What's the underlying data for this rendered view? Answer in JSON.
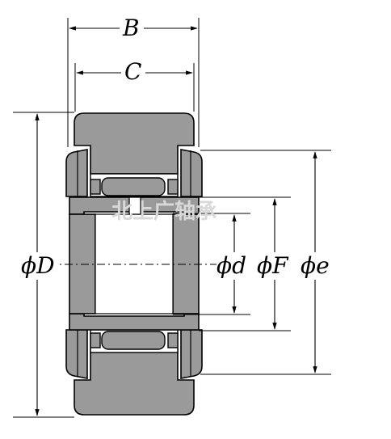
{
  "dimensions": {
    "B": "B",
    "C": "C",
    "D": "ϕD",
    "d": "ϕd",
    "F": "ϕF",
    "e": "ϕe"
  },
  "watermark": "北上广轴承",
  "colors": {
    "ring_fill": "#9a9a9a",
    "line": "#000000",
    "background": "#ffffff"
  }
}
